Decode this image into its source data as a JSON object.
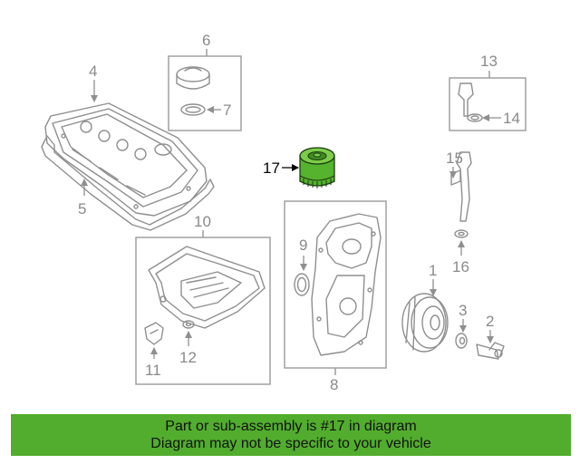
{
  "callouts": {
    "c1": "1",
    "c2": "2",
    "c3": "3",
    "c4": "4",
    "c5": "5",
    "c6": "6",
    "c7": "7",
    "c8": "8",
    "c9": "9",
    "c10": "10",
    "c11": "11",
    "c12": "12",
    "c13": "13",
    "c14": "14",
    "c15": "15",
    "c16": "16",
    "c17": "17"
  },
  "highlight": {
    "part": "17",
    "color": "#55b32e"
  },
  "footer": {
    "line1": "Part or sub-assembly is #17 in diagram",
    "line2": "Diagram may not be specific to your vehicle",
    "background": "#52ad2e"
  }
}
